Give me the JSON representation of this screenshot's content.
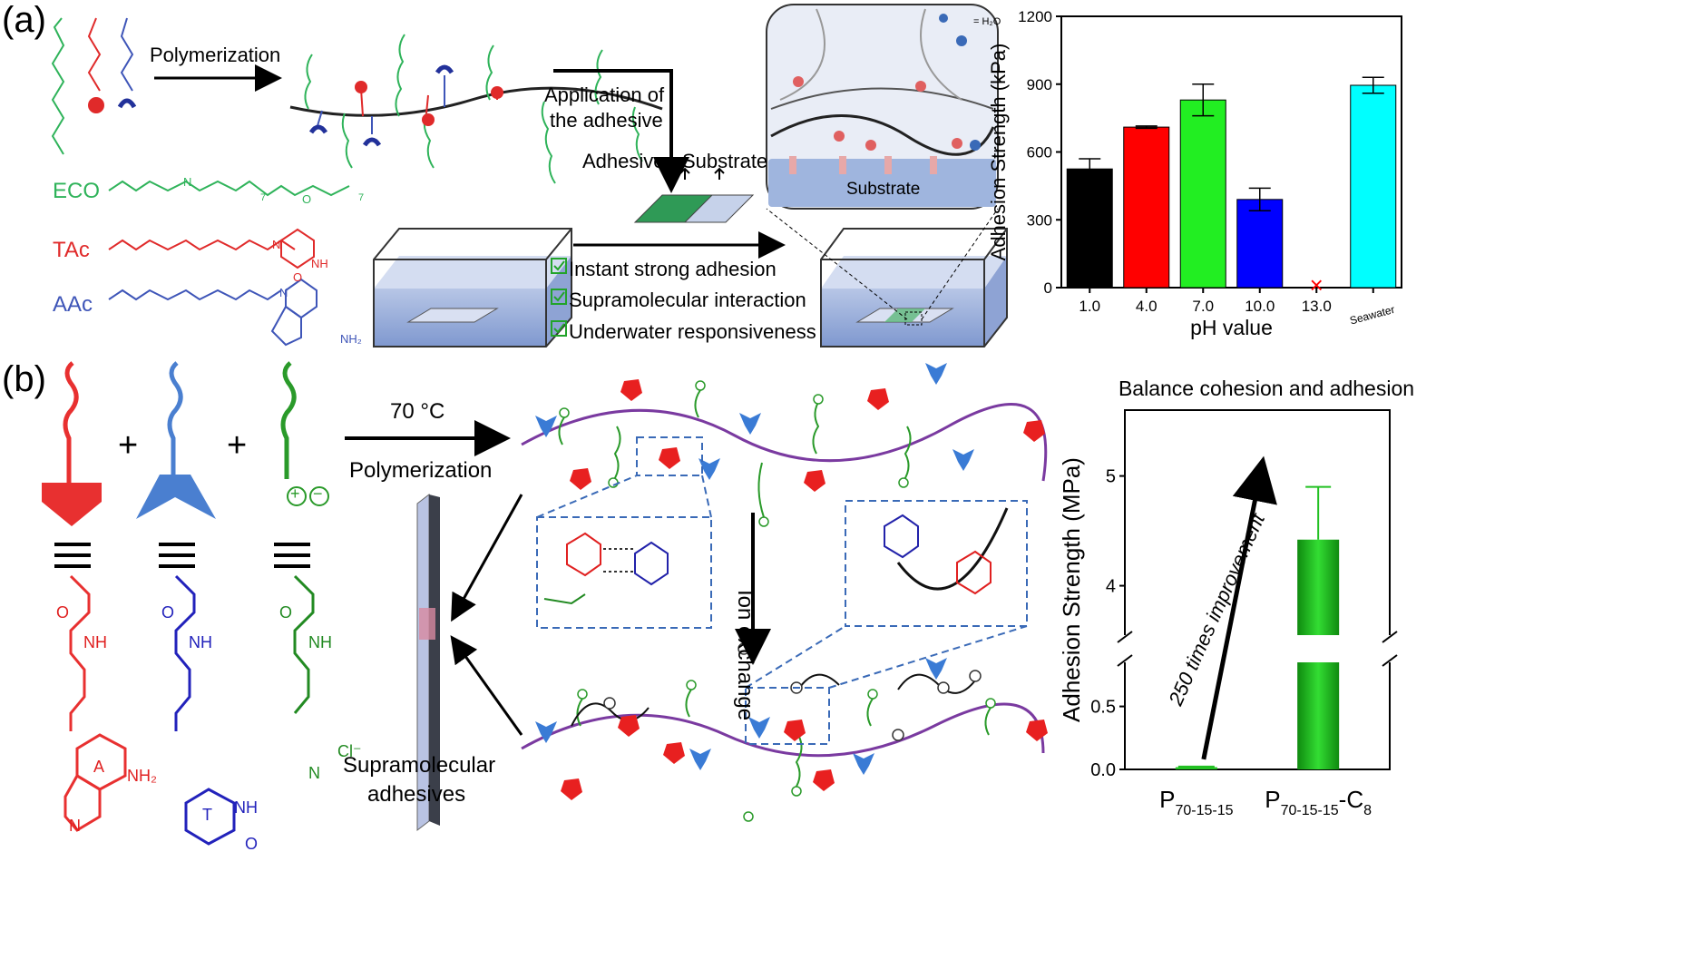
{
  "panel_a": {
    "letter": "(a)",
    "polymerization_label": "Polymerization",
    "application_label_1": "Application of",
    "application_label_2": "the adhesive",
    "adhesive_label": "Adhesive",
    "substrate_label": "Substrate",
    "inset_substrate_label": "Substrate",
    "inset_water_label": "= H₂O",
    "monomers": [
      {
        "name": "ECO",
        "color": "#2fb35a"
      },
      {
        "name": "TAc",
        "color": "#e02a2a"
      },
      {
        "name": "AAc",
        "color": "#3e55b8"
      }
    ],
    "chem_text": {
      "eco_n": "N",
      "eco_o": "O",
      "eco_7a": "7",
      "eco_7b": "7",
      "tac_n": "N",
      "tac_nh": "NH",
      "tac_o": "O",
      "aac_n": "N",
      "aac_nh2": "NH₂"
    },
    "features": [
      "Instant strong adhesion",
      "Supramolecular interaction",
      "Underwater responsiveness"
    ],
    "chart_data": {
      "type": "bar",
      "categories": [
        "1.0",
        "4.0",
        "7.0",
        "10.0",
        "13.0",
        "Seawater"
      ],
      "values": [
        525,
        710,
        830,
        390,
        0,
        895
      ],
      "errors": [
        45,
        5,
        70,
        50,
        0,
        35
      ],
      "colors": [
        "#000000",
        "#ff0000",
        "#22ee22",
        "#0000ff",
        "#ff0000",
        "#00ffff"
      ],
      "failed_marker": "×",
      "xlabel": "pH value",
      "ylabel": "Adhesion Strength (kPa)",
      "ylim": [
        0,
        1200
      ],
      "yticks": [
        "0",
        "300",
        "600",
        "900",
        "1200"
      ],
      "tick_values": [
        0,
        300,
        600,
        900,
        1200
      ]
    }
  },
  "panel_b": {
    "letter": "(b)",
    "plus": "+",
    "temperature_label": "70 °C",
    "polymerization_label": "Polymerization",
    "ion_exchange_label": "Ion exchange",
    "supramolecular_label_1": "Supramolecular",
    "supramolecular_label_2": "adhesives",
    "chem_text": {
      "nh": "NH",
      "o": "O",
      "n": "N",
      "a": "A",
      "t": "T",
      "nh2": "NH₂",
      "cl": "Cl⁻",
      "plus": "+",
      "minus": "−"
    },
    "chart_data": {
      "type": "bar",
      "title": "Balance cohesion and adhesion",
      "categories": [
        "P70-15-15",
        "P70-15-15-C8"
      ],
      "category_main": [
        "P",
        "P"
      ],
      "category_sub": [
        "70-15-15",
        "70-15-15"
      ],
      "category_suffix": [
        "",
        "-C"
      ],
      "category_suffix_sub": [
        "",
        "8"
      ],
      "values": [
        0.0176,
        4.42
      ],
      "errors": [
        0.005,
        0.48
      ],
      "ylabel": "Adhesion  Strength (MPa)",
      "lower_ticks": [
        "0.0",
        "0.5"
      ],
      "upper_ticks": [
        "4",
        "5"
      ],
      "annotation": "250 times improvement",
      "color": "#22c022"
    }
  }
}
